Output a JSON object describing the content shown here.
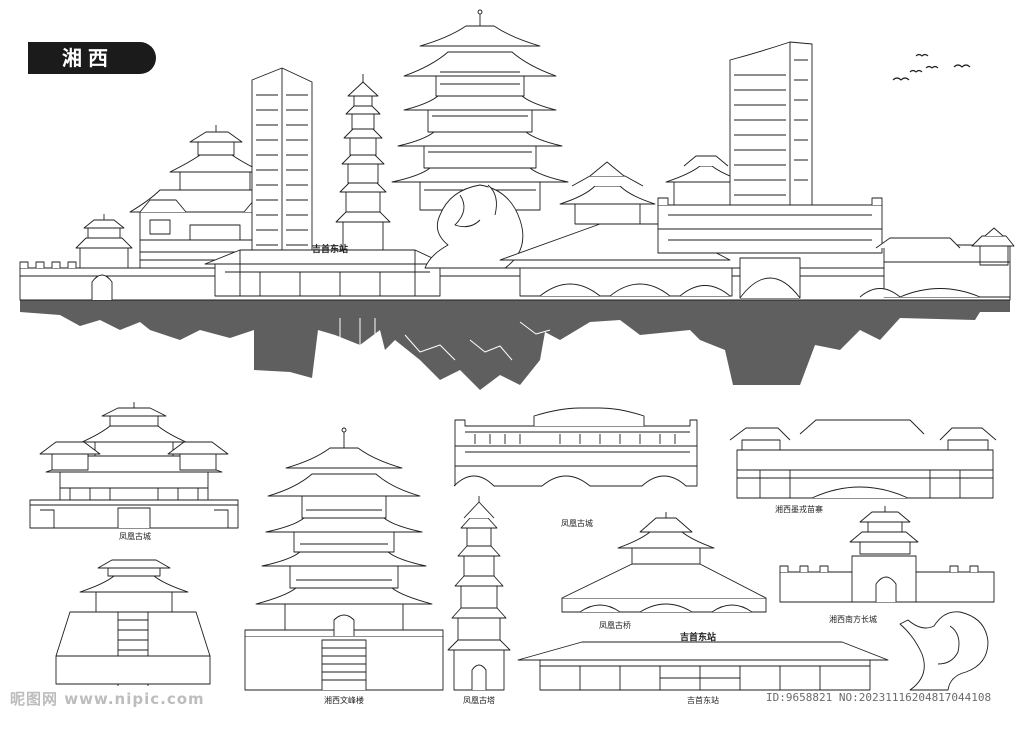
{
  "title": "湘西",
  "skyline": {
    "station_sign": "吉首东站"
  },
  "landmarks": [
    {
      "key": "fenghuang_ancient_city_gate",
      "label": "凤凰古城"
    },
    {
      "key": "fenghuang_ancient_city_wall",
      "label": "凤凰古城"
    },
    {
      "key": "xiangxi_stilt_house",
      "label": "湘西墨戎苗寨"
    },
    {
      "key": "fenghuang_bridge",
      "label": "凤凰古桥"
    },
    {
      "key": "xiangxi_great_wall",
      "label": "湘西南方长城"
    },
    {
      "key": "wenfeng_tower",
      "label": "湘西文峰楼"
    },
    {
      "key": "fenghuang_pagoda",
      "label": "凤凰古塔"
    },
    {
      "key": "jishou_east_station",
      "label": "吉首东站"
    }
  ],
  "station_sign_small": "吉首东站",
  "watermark": {
    "left": "昵图网 www.nipic.com",
    "right": "ID:9658821 NO:20231116204817044108"
  },
  "colors": {
    "line": "#1e1e1e",
    "reflection": "#5f5f5f",
    "title_bg": "#1b1b1b",
    "watermark_left": "#bdbdbd"
  }
}
